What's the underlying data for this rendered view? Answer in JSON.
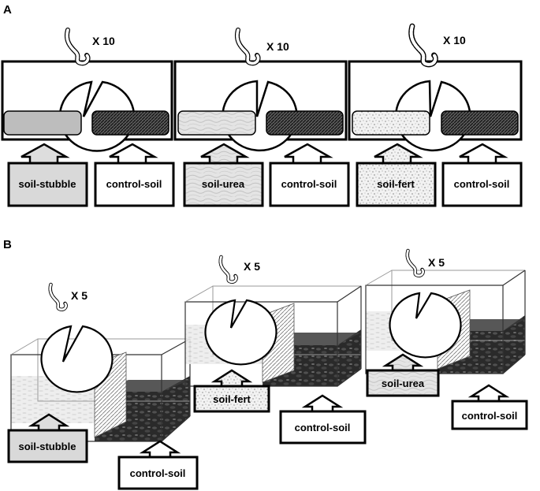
{
  "panels": {
    "a": {
      "letter": "A",
      "setups": [
        {
          "multiplier": "X 10",
          "left_label": "soil-stubble",
          "right_label": "control-soil"
        },
        {
          "multiplier": "X 10",
          "left_label": "soil-urea",
          "right_label": "control-soil"
        },
        {
          "multiplier": "X 10",
          "left_label": "soil-fert",
          "right_label": "control-soil"
        }
      ]
    },
    "b": {
      "letter": "B",
      "setups": [
        {
          "multiplier": "X 5",
          "left_label": "soil-stubble",
          "right_label": "control-soil"
        },
        {
          "multiplier": "X 5",
          "left_label": "soil-fert",
          "right_label": "control-soil"
        },
        {
          "multiplier": "X 5",
          "left_label": "soil-urea",
          "right_label": "control-soil"
        }
      ]
    }
  },
  "colors": {
    "stubble_fill": "#c8c8c8",
    "control_fill": "#2e2e2e",
    "outline": "#000000"
  },
  "icons": [
    "earthworm-icon",
    "speech-bubble"
  ]
}
